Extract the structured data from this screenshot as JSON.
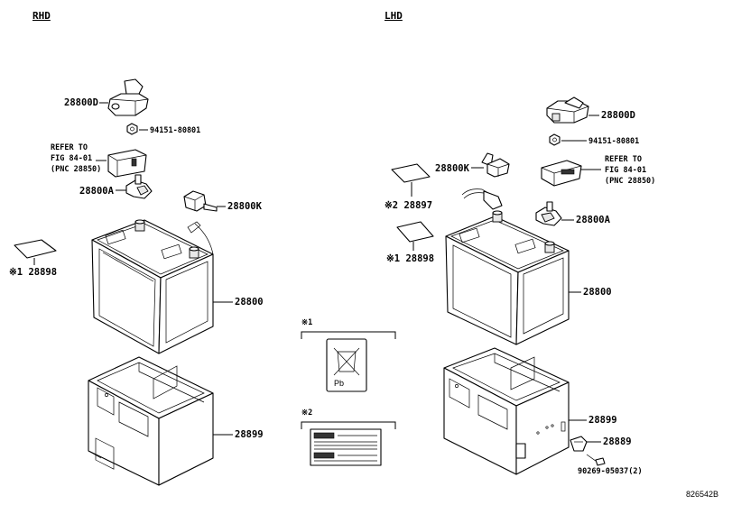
{
  "sides": {
    "rhd": "RHD",
    "lhd": "LHD"
  },
  "rhd": {
    "p28800D": "28800D",
    "p94151": "94151-80801",
    "refer_to": "REFER TO",
    "fig": "FIG 84-01",
    "pnc": "(PNC 28850)",
    "p28800A": "28800A",
    "p28800K": "28800K",
    "p28898": "※1 28898",
    "p28800": "28800",
    "p28899": "28899"
  },
  "lhd": {
    "p28800D": "28800D",
    "p94151": "94151-80801",
    "refer_to": "REFER TO",
    "fig": "FIG 84-01",
    "pnc": "(PNC 28850)",
    "p28800K": "28800K",
    "p28897": "※2 28897",
    "p28898": "※1 28898",
    "p28800A": "28800A",
    "p28800": "28800",
    "p28899": "28899",
    "p28889": "28889",
    "p90269": "90269-05037(2)"
  },
  "notes": {
    "n1": "※1",
    "n2": "※2"
  },
  "drawing_code": "826542B"
}
